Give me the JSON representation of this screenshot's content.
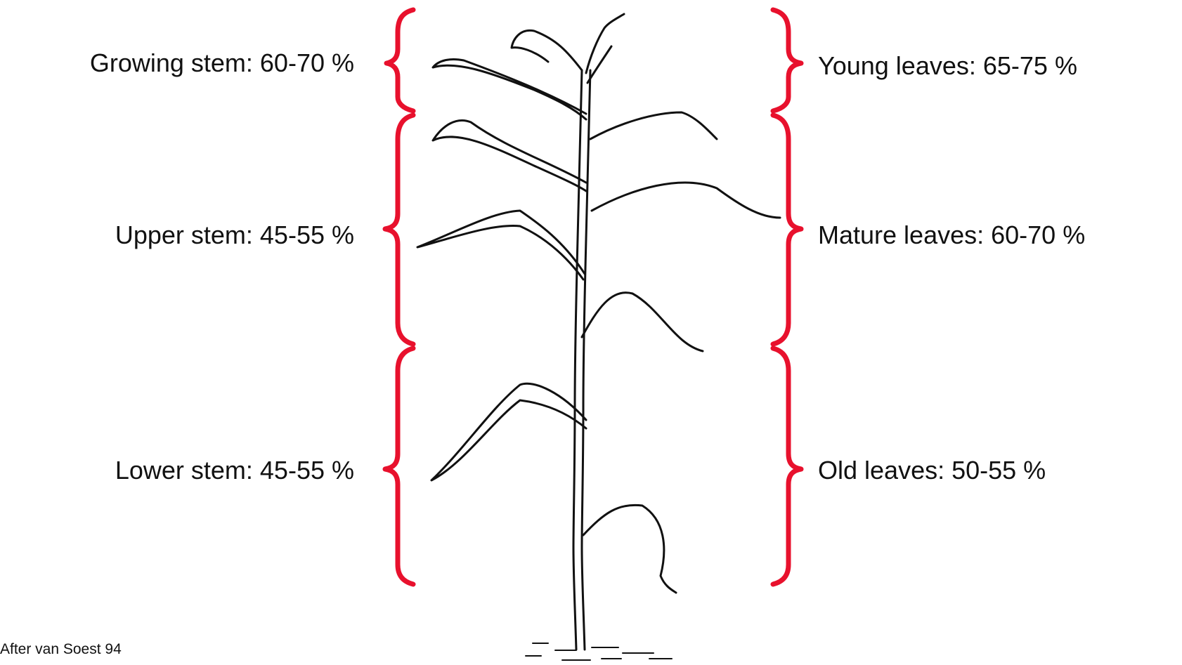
{
  "labels": {
    "left": [
      "Growing stem: 60-70 %",
      "Upper stem: 45-55 %",
      "Lower stem: 45-55 %"
    ],
    "right": [
      "Young leaves: 65-75 %",
      "Mature leaves: 60-70 %",
      "Old leaves: 50-55 %"
    ]
  },
  "source": "After van Soest 94",
  "colors": {
    "bracket": "#e8112d",
    "ink": "#111111"
  }
}
